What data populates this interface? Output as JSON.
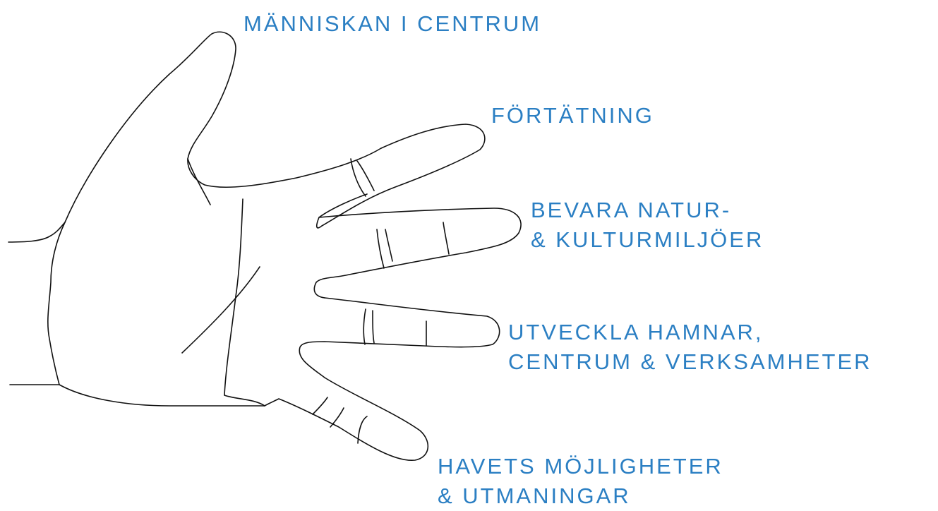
{
  "colors": {
    "text": "#2b7fc3",
    "line": "#111111",
    "background": "#ffffff"
  },
  "labels": {
    "thumb": [
      "MÄNNISKAN I CENTRUM"
    ],
    "index": [
      "FÖRTÄTNING"
    ],
    "middle": [
      "BEVARA NATUR-",
      "& KULTURMILJÖER"
    ],
    "ring": [
      "UTVECKLA HAMNAR,",
      "CENTRUM & VERKSAMHETER"
    ],
    "pinky": [
      "HAVETS MÖJLIGHETER",
      "& UTMANINGAR"
    ]
  }
}
